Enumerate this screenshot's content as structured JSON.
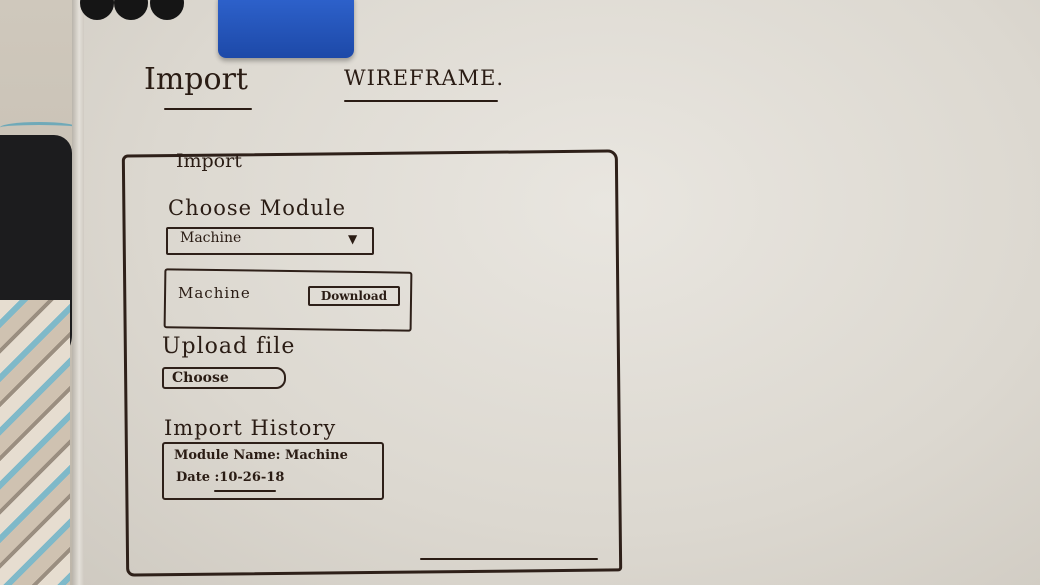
{
  "whiteboard": {
    "title": "Import",
    "subtitle": "WIREFRAME."
  },
  "wireframe": {
    "heading": "Import",
    "choose_module_label": "Choose Module",
    "module_select_value": "Machine",
    "module_select_arrow": "▼",
    "module_row_label": "Machine",
    "download_label": "Download",
    "upload_label": "Upload file",
    "choose_button_label": "Choose",
    "history_heading": "Import History",
    "history_module_line": "Module Name: Machine",
    "history_date_line": "Date :10-26-18"
  }
}
